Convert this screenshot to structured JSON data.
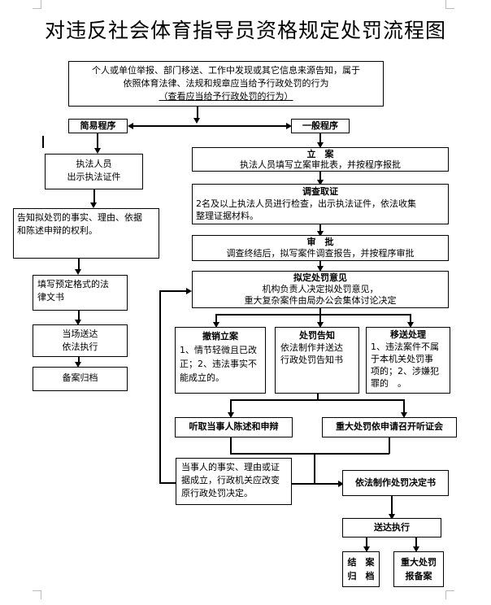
{
  "title": "对违反社会体育指导员资格规定处罚流程图",
  "source": {
    "line1": "个人或单位举报、部门移送、工作中发现或其它信息来源告知，属于",
    "line2": "依照体育法律、法规和规章应当给予行政处罚的行为",
    "link": "（查看应当给予行政处罚的行为）"
  },
  "simple": {
    "title": "简易程序",
    "show_id": [
      "执法人员",
      "出示执法证件"
    ],
    "inform": [
      "告知拟处罚的事实、理由、依据",
      "和陈述申辩的权利。"
    ],
    "fill_doc": [
      "填写预定格式的法",
      "律文书"
    ],
    "deliver": [
      "当场送达",
      "依法执行"
    ],
    "archive": "备案归档"
  },
  "general": {
    "title": "一般程序",
    "register": {
      "title": "立　案",
      "text": "执法人员填写立案审批表，并按程序报批"
    },
    "investigate": {
      "title": "调查取证",
      "text": [
        "2名及以上执法人员进行检查，出示执法证件，依法收集",
        "整理证据材料。"
      ]
    },
    "review": {
      "title": "审　批",
      "text": "调查终结后，拟写案件调查报告，并按程序审批"
    },
    "opinion": {
      "title": "拟定处罚意见",
      "text": [
        "机构负责人决定拟处罚意见，",
        "重大复杂案件由局办公会集体讨论决定"
      ]
    },
    "cancel": {
      "title": "撤销立案",
      "text": [
        "1、情节轻微且已改",
        "正；2、违法事实不",
        "能成立的。"
      ]
    },
    "notice": {
      "title": "处罚告知",
      "text": [
        "依法制作并送达",
        "行政处罚告知书"
      ]
    },
    "transfer": {
      "title": "移送处理",
      "text": [
        "1、违法案件不属",
        "于本机关处罚事",
        "项的；2、涉嫌犯",
        "罪的　。"
      ]
    },
    "hear_statement": "听取当事人陈述和申辩",
    "hearing": "重大处罚依申请召开听证会",
    "established": [
      "当事人的事实、理由或证",
      "据成立，行政机关应改变",
      "原行政处罚决定。"
    ],
    "decision": "依法制作处罚决定书",
    "deliver": "送达执行",
    "close": [
      "结　案",
      "归　档"
    ],
    "major_record": [
      "重大处罚",
      "报备案"
    ]
  }
}
